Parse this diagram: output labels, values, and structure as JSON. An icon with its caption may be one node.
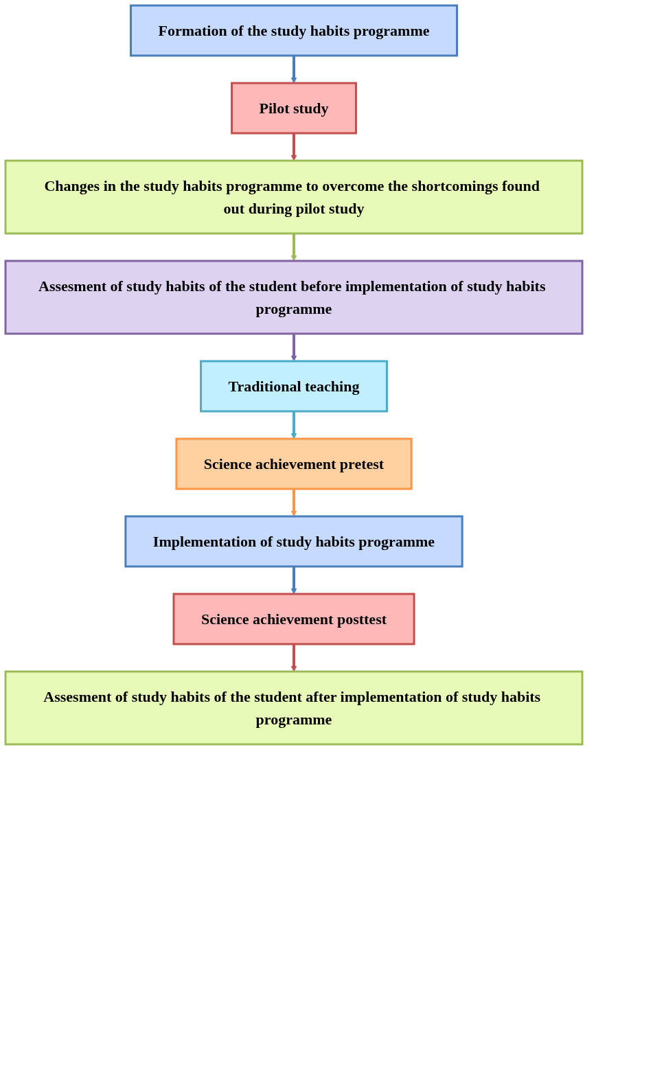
{
  "diagram": {
    "nodes": [
      {
        "text": [
          "Formation of the study habits programme"
        ]
      },
      {
        "text": [
          "Pilot study"
        ]
      },
      {
        "text": [
          "Changes in the study habits programme to overcome the shortcomings found out during pilot study"
        ]
      },
      {
        "text": [
          "Assesment of study habits of the student before implementation of study habits programme"
        ]
      },
      {
        "text": [
          "Traditional teaching"
        ]
      },
      {
        "text": [
          "Science achievement pretest"
        ]
      },
      {
        "text": [
          "Implementation of study habits programme"
        ]
      },
      {
        "text": [
          "Science achievement posttest"
        ]
      },
      {
        "text": [
          "Assesment of study habits of the student after implementation of study habits programme"
        ]
      }
    ],
    "edges": [
      {
        "from": 0,
        "to": 1,
        "arrow": "to",
        "color": "#4a7ebb"
      },
      {
        "from": 1,
        "to": 2,
        "arrow": "to",
        "color": "#c0504d"
      },
      {
        "from": 2,
        "to": 3,
        "arrow": "to",
        "color": "#9bbb59"
      },
      {
        "from": 3,
        "to": 4,
        "arrow": "to",
        "color": "#8064a2"
      },
      {
        "from": 4,
        "to": 5,
        "arrow": "to",
        "color": "#4bacc6"
      },
      {
        "from": 5,
        "to": 6,
        "arrow": "to",
        "color": "#f79646"
      },
      {
        "from": 6,
        "to": 7,
        "arrow": "to",
        "color": "#4a7ebb"
      },
      {
        "from": 7,
        "to": 8,
        "arrow": "to",
        "color": "#c0504d"
      }
    ]
  }
}
